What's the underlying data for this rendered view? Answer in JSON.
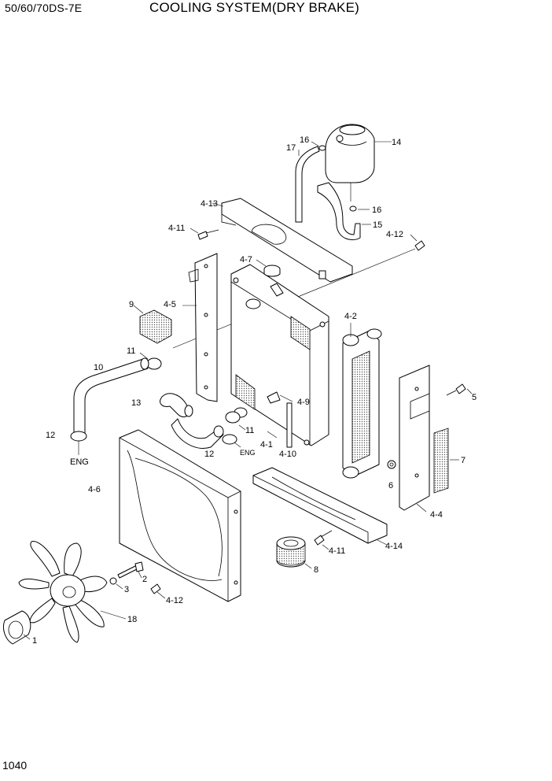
{
  "header": {
    "model": "50/60/70DS-7E",
    "title": "COOLING SYSTEM(DRY BRAKE)"
  },
  "page_number": "1040",
  "callouts": [
    {
      "id": "c14",
      "text": "14"
    },
    {
      "id": "c16a",
      "text": "16"
    },
    {
      "id": "c17",
      "text": "17"
    },
    {
      "id": "c16b",
      "text": "16"
    },
    {
      "id": "c15",
      "text": "15"
    },
    {
      "id": "c413",
      "text": "4-13"
    },
    {
      "id": "c411a",
      "text": "4-11"
    },
    {
      "id": "c412a",
      "text": "4-12"
    },
    {
      "id": "c47",
      "text": "4-7"
    },
    {
      "id": "c9",
      "text": "9"
    },
    {
      "id": "c45",
      "text": "4-5"
    },
    {
      "id": "c42",
      "text": "4-2"
    },
    {
      "id": "c11a",
      "text": "11"
    },
    {
      "id": "c10",
      "text": "10"
    },
    {
      "id": "c5",
      "text": "5"
    },
    {
      "id": "c49",
      "text": "4-9"
    },
    {
      "id": "c13",
      "text": "13"
    },
    {
      "id": "c11b",
      "text": "11"
    },
    {
      "id": "c12a",
      "text": "12"
    },
    {
      "id": "engA",
      "text": "ENG"
    },
    {
      "id": "c41",
      "text": "4-1"
    },
    {
      "id": "c12b",
      "text": "12"
    },
    {
      "id": "engB",
      "text": "ENG"
    },
    {
      "id": "c410",
      "text": "4-10"
    },
    {
      "id": "c7",
      "text": "7"
    },
    {
      "id": "c6",
      "text": "6"
    },
    {
      "id": "c46",
      "text": "4-6"
    },
    {
      "id": "c44",
      "text": "4-4"
    },
    {
      "id": "c414",
      "text": "4-14"
    },
    {
      "id": "c411b",
      "text": "4-11"
    },
    {
      "id": "c8",
      "text": "8"
    },
    {
      "id": "c2",
      "text": "2"
    },
    {
      "id": "c3",
      "text": "3"
    },
    {
      "id": "c412b",
      "text": "4-12"
    },
    {
      "id": "c18",
      "text": "18"
    },
    {
      "id": "c1",
      "text": "1"
    }
  ]
}
